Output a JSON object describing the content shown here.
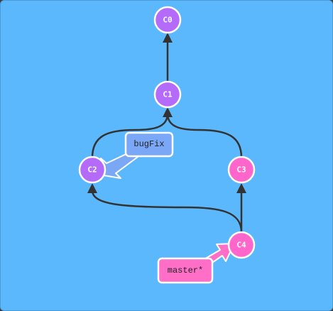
{
  "colors": {
    "background": "#5cb8fc",
    "edge": "#333333",
    "commit_purple": "#b46bfa",
    "commit_pink": "#ff66cc",
    "bugFix_branch": "#7aa7f6",
    "master_branch": "#ff6fc8",
    "node_stroke": "#ffffff"
  },
  "commits": [
    {
      "id": "C0",
      "label": "C0",
      "color": "purple"
    },
    {
      "id": "C1",
      "label": "C1",
      "color": "purple"
    },
    {
      "id": "C2",
      "label": "C2",
      "color": "purple"
    },
    {
      "id": "C3",
      "label": "C3",
      "color": "pink"
    },
    {
      "id": "C4",
      "label": "C4",
      "color": "pink"
    }
  ],
  "edges": [
    {
      "from": "C1",
      "to": "C0"
    },
    {
      "from": "C2",
      "to": "C1"
    },
    {
      "from": "C3",
      "to": "C1"
    },
    {
      "from": "C4",
      "to": "C2"
    },
    {
      "from": "C4",
      "to": "C3"
    }
  ],
  "branches": [
    {
      "name": "bugFix",
      "label": "bugFix",
      "target": "C2",
      "color": "bugFix"
    },
    {
      "name": "master",
      "label": "master*",
      "target": "C4",
      "color": "master"
    }
  ]
}
